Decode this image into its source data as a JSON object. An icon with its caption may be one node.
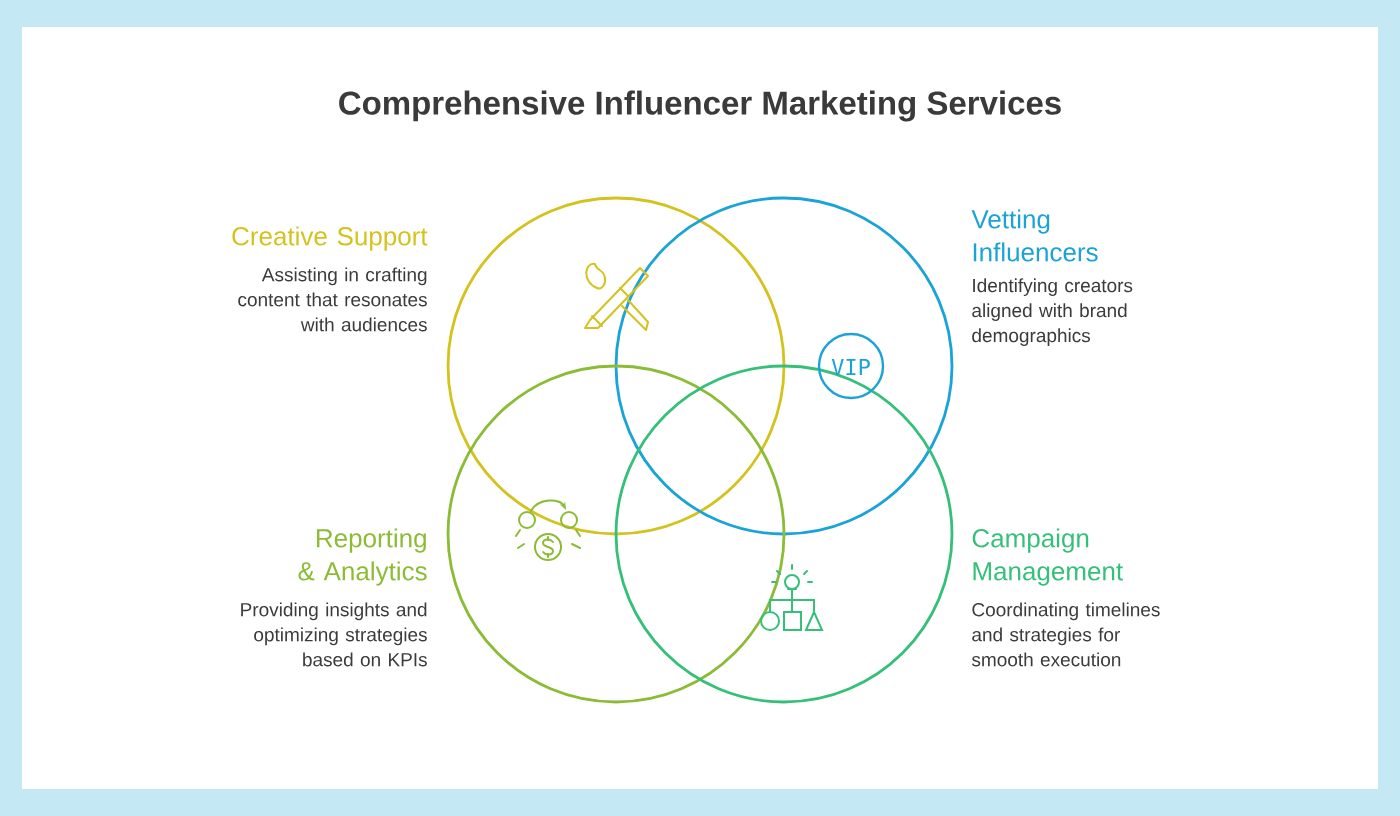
{
  "diagram": {
    "title": "Comprehensive Influencer Marketing Services",
    "nodes": [
      {
        "text": [
          "Creative Support",
          "Assisting in crafting content that resonates with audiences"
        ]
      },
      {
        "text": [
          "Vetting Influencers",
          "Identifying creators aligned with brand demographics"
        ]
      },
      {
        "text": [
          "Reporting & Analytics",
          "Providing insights and optimizing strategies based on KPIs"
        ]
      },
      {
        "text": [
          "Campaign Management",
          "Coordinating timelines and strategies for smooth execution"
        ]
      }
    ],
    "labels": [
      "VIP"
    ]
  }
}
